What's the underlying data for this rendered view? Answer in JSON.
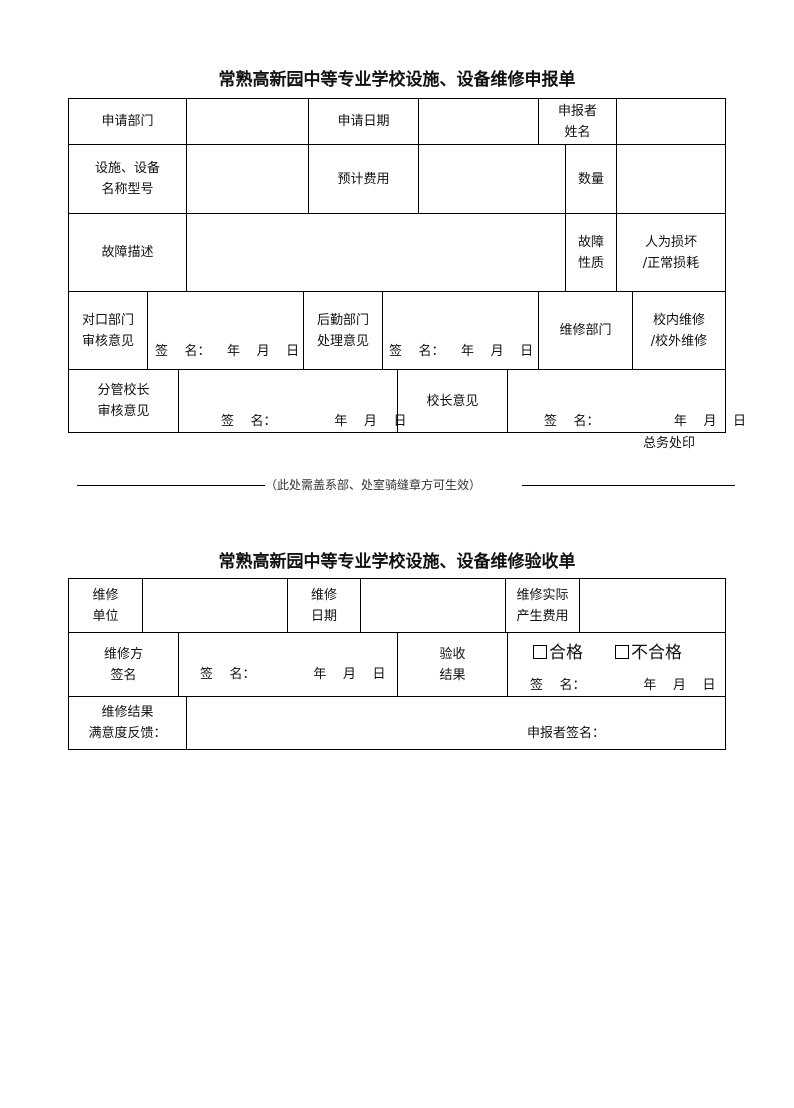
{
  "form1": {
    "title": "常熟高新园中等专业学校设施、设备维修申报单",
    "dept_label": "申请部门",
    "date_label": "申请日期",
    "applicant_label": "申报者\n姓名",
    "equipment_label": "设施、设备\n名称型号",
    "cost_label": "预计费用",
    "quantity_label": "数量",
    "fault_desc_label": "故障描述",
    "fault_nature_label": "故障\n性质",
    "fault_nature_options": "人为损坏\n/正常损耗",
    "contact_dept_label": "对口部门\n审核意见",
    "contact_sig": "签    名：    年    月    日",
    "logistics_label": "后勤部门\n处理意见",
    "logistics_sig": "签    名：    年    月    日",
    "repair_dept_label": "维修部门",
    "repair_options": "校内维修\n/校外维修",
    "vice_principal_label": "分管校长\n审核意见",
    "vice_principal_sig": "签    名：              年    月    日",
    "principal_label": "校长意见",
    "principal_sig": "签    名：                  年    月    日",
    "stamp_note": "总务处印"
  },
  "separator": "（此处需盖系部、处室骑缝章方可生效）",
  "form2": {
    "title": "常熟高新园中等专业学校设施、设备维修验收单",
    "unit_label": "维修\n单位",
    "repair_date_label": "维修\n日期",
    "actual_cost_label": "维修实际\n产生费用",
    "signer_label": "维修方\n签名",
    "signer_sig": "签    名：              年    月    日",
    "acceptance_label": "验收\n结果",
    "pass_option": "合格",
    "fail_option": "不合格",
    "acceptance_sig": "签    名：              年    月    日",
    "feedback_label": "维修结果\n满意度反馈：",
    "applicant_sig": "申报者签名："
  }
}
